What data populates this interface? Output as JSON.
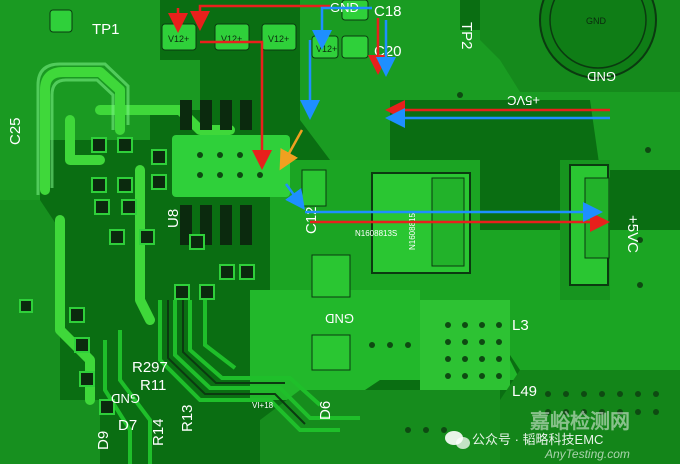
{
  "silkscreen": {
    "tp1": "TP1",
    "tp2": "TP2",
    "c18": "C18",
    "c20": "C20",
    "c25": "C25",
    "c12": "C12",
    "gnd_top": "GND",
    "gnd_circle": "GND",
    "gnd_mid": "GND",
    "gnd_lower": "GND",
    "gnd_bottom": "GND",
    "plus5v_top": "+5VC",
    "plus5v_right": "+5VC",
    "u8": "U8",
    "l3": "L3",
    "l49": "L49",
    "r297": "R297",
    "r11": "R11",
    "r14": "R14",
    "r13": "R13",
    "d9": "D9",
    "d7": "D7",
    "d6": "D6",
    "v12_a": "V12+",
    "v12_b": "V12+",
    "v12_c": "V12+",
    "v12_d": "V12+",
    "part_code_a": "N1608815",
    "part_code_b": "N1608813S",
    "vin": "VI+18"
  },
  "watermark": {
    "wechat_label": "公众号 · 韬略科技EMC",
    "site_cn": "嘉峪检测网",
    "site_url": "AnyTesting.com"
  },
  "arrows": {
    "colors": {
      "red": "#e8201c",
      "blue": "#1e8fff",
      "orange": "#f0a020"
    }
  },
  "colors": {
    "board": "#0a6e12",
    "copper": "#1faa26",
    "copper_light": "#3fd83a",
    "pad": "#0e3a12",
    "highlight": "#5cf07a"
  }
}
